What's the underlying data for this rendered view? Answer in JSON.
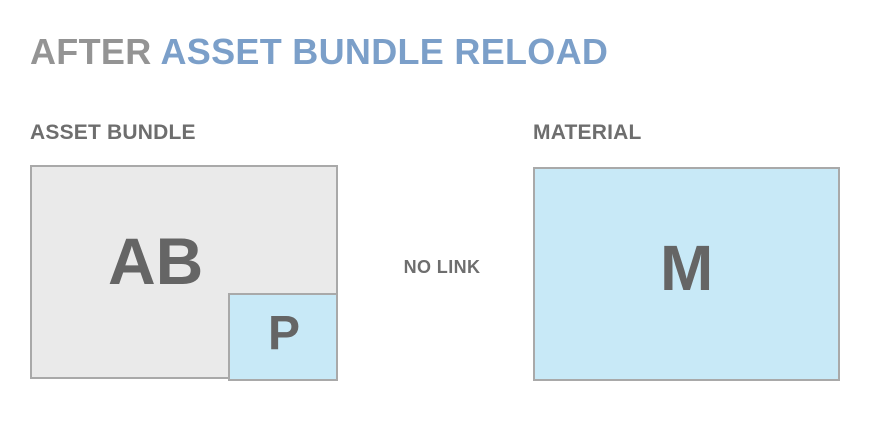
{
  "title": {
    "before": "AFTER ",
    "accent": "ASSET BUNDLE RELOAD",
    "full": "AFTER ASSET BUNDLE RELOAD"
  },
  "captions": {
    "asset_bundle": "ASSET BUNDLE",
    "material": "MATERIAL"
  },
  "boxes": {
    "asset_bundle": {
      "label": "AB",
      "fill": "#EAEAEA",
      "border": "#A9A9A9"
    },
    "prefab": {
      "label": "P",
      "fill": "#C8E9F7",
      "border": "#A9A9A9"
    },
    "material": {
      "label": "M",
      "fill": "#C8E9F7",
      "border": "#A9A9A9"
    }
  },
  "link": {
    "status": "NO LINK"
  },
  "colors": {
    "title_gray": "#949494",
    "title_blue": "#7B9FC9",
    "caption_gray": "#6E6E6E",
    "label_gray": "#656565",
    "background": "#FFFFFF"
  }
}
